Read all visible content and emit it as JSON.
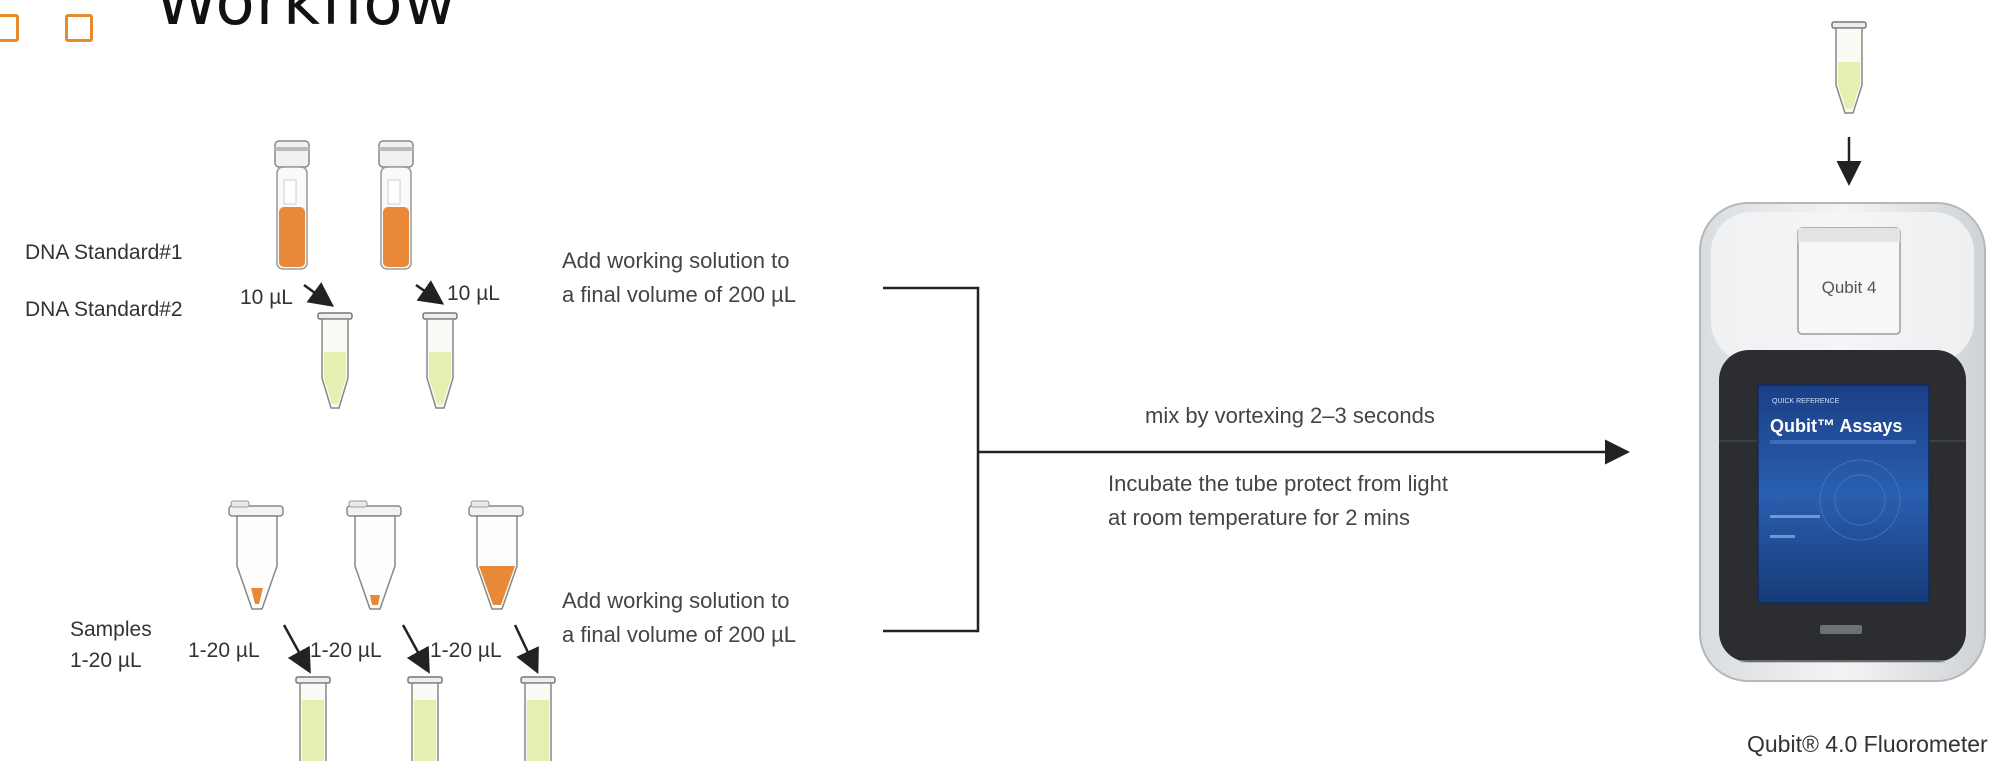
{
  "header": {
    "title": "Workflow"
  },
  "standards": {
    "label_1": "DNA Standard#1",
    "label_2": "DNA Standard#2",
    "volume_left": "10 µL",
    "volume_right": "10 µL",
    "step": {
      "line1": "Add working solution to",
      "line2": "a final volume of 200 µL"
    }
  },
  "samples": {
    "label_line1": "Samples",
    "label_line2": "1-20 µL",
    "volumes": [
      "1-20 µL",
      "1-20 µL",
      "1-20 µL"
    ],
    "step": {
      "line1": "Add working solution to",
      "line2": "a final volume of 200 µL"
    }
  },
  "process": {
    "mix_text": "mix by vortexing 2–3 seconds",
    "incubate_line1": "Incubate the tube protect from light",
    "incubate_line2": "at room temperature  for 2 mins"
  },
  "device": {
    "caption": "Qubit® 4.0 Fluorometer",
    "lid_brand": "Qubit 4",
    "card_header": "QUICK REFERENCE",
    "card_title": "Qubit™ Assays"
  },
  "colors": {
    "accent": "#e8892b",
    "stock_liquid": "#e8893a",
    "working_liquid": "#e6efb0",
    "screen_blue": "#1f4f9e"
  }
}
